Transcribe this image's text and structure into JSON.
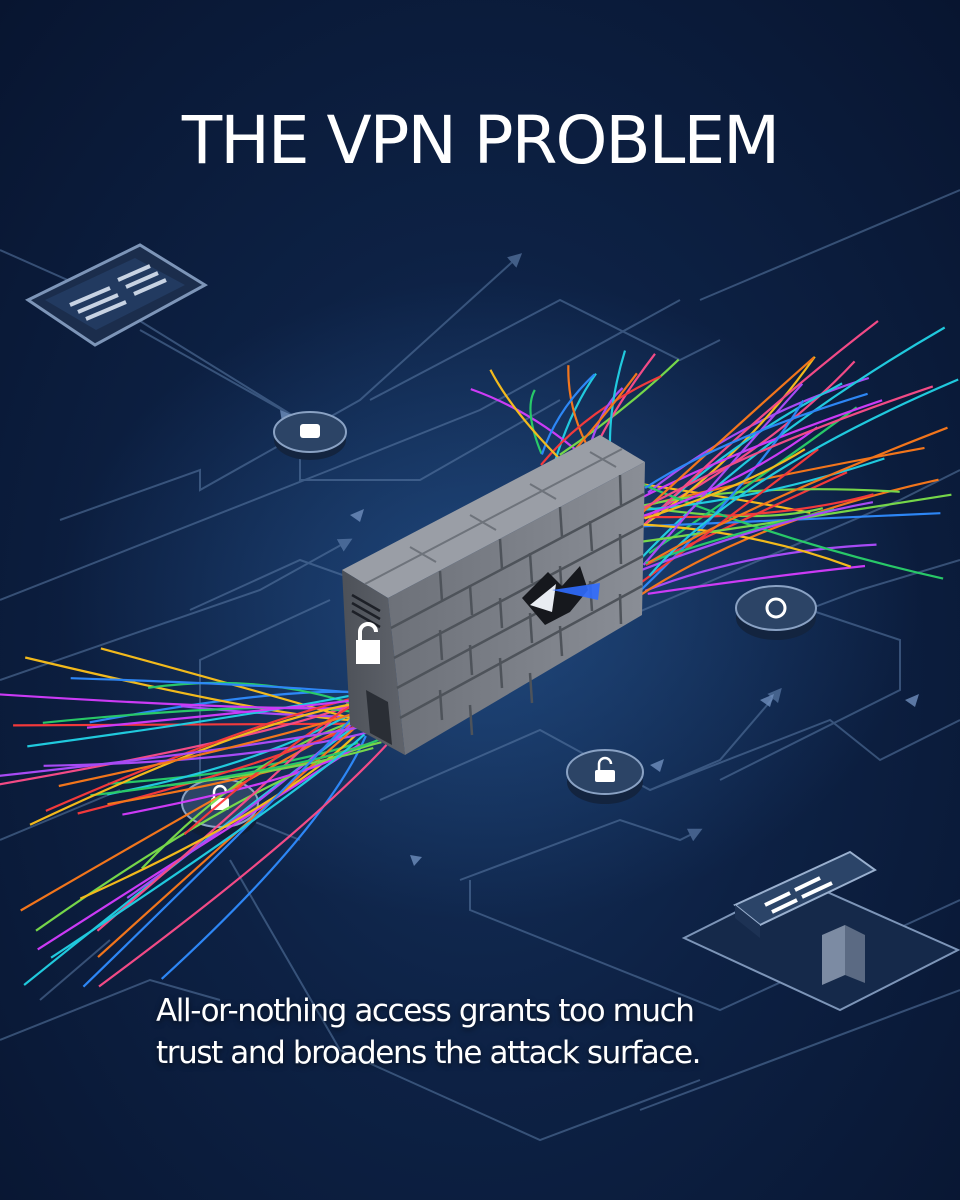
{
  "headline": "THE VPN PROBLEM",
  "caption": {
    "line1": "All-or-nothing access grants too much",
    "line2": "trust and broadens the attack surface."
  },
  "colors": {
    "background": "#0d2144",
    "circuit": "#5b7ba6",
    "wall": "#7b7f87",
    "text": "#ffffff"
  },
  "stream_colors": [
    "#ff3b3b",
    "#2ad16a",
    "#2f8cff",
    "#ffc21a",
    "#b04dff",
    "#22d3e6",
    "#ff7a1a",
    "#d63cff",
    "#7be04a",
    "#ff4d8a"
  ],
  "icons": [
    "monitor-icon",
    "firewall-icon",
    "lock-icon",
    "server-icon",
    "node-icon"
  ]
}
